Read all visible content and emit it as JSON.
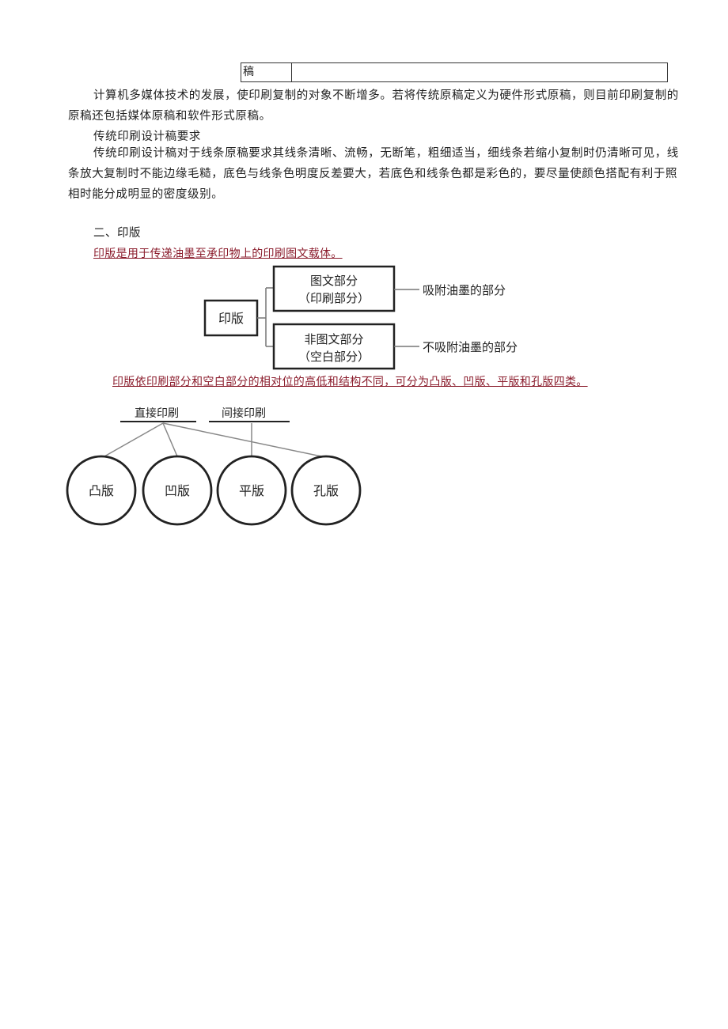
{
  "table_fragment": {
    "cell1": "稿",
    "cell2": ""
  },
  "paragraphs": [
    "计算机多媒体技术的发展，使印刷复制的对象不断增多。若将传统原稿定义为硬件形式原稿，则目前印刷复制的原稿还包括媒体原稿和软件形式原稿。",
    "传统印刷设计稿要求",
    "传统印刷设计稿对于线条原稿要求其线条清晰、流畅，无断笔，粗细适当，细线条若缩小复制时仍清晰可见，线条放大复制时不能边缘毛糙，底色与线条色明度反差要大，若底色和线条色都是彩色的，要尽量使颜色搭配有利于照相时能分成明显的密度级别。"
  ],
  "section_heading": "二、印版",
  "definition": "印版是用于传递油墨至承印物上的印刷图文载体。",
  "diagram1": {
    "root": "印版",
    "branch1": {
      "line1": "图文部分",
      "line2": "（印刷部分）",
      "note": "吸附油墨的部分"
    },
    "branch2": {
      "line1": "非图文部分",
      "line2": "（空白部分）",
      "note": "不吸附油墨的部分"
    }
  },
  "classification": "印版依印刷部分和空白部分的相对位的高低和结构不同，可分为凸版、凹版、平版和孔版四类。",
  "diagram2": {
    "group1": "直接印刷",
    "group2": "间接印刷",
    "types": [
      "凸版",
      "凹版",
      "平版",
      "孔版"
    ]
  },
  "colors": {
    "accent_red": "#8b1c2c",
    "text": "#222222"
  }
}
